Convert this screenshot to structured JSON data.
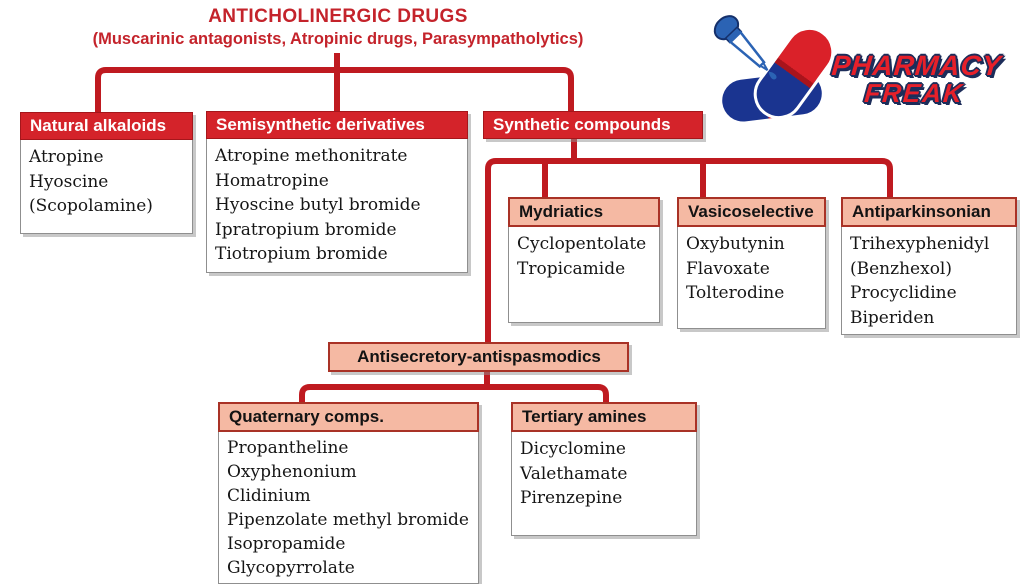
{
  "title": "ANTICHOLINERGIC DRUGS",
  "subtitle": "(Muscarinic antagonists, Atropinic drugs, Parasympatholytics)",
  "colors": {
    "header_red": "#d4232a",
    "connector_red": "#bf1a20",
    "salmon_header": "#f5b9a3",
    "salmon_border": "#a93226",
    "title_red": "#c4232b",
    "logo_blue": "#1a3490",
    "logo_red": "#e6202a"
  },
  "logo": {
    "line1": "PHARMACY",
    "line2": "FREAK"
  },
  "groups": {
    "natural": {
      "label": "Natural alkaloids",
      "items": [
        "Atropine",
        "Hyoscine",
        "(Scopolamine)"
      ]
    },
    "semisynthetic": {
      "label": "Semisynthetic derivatives",
      "items": [
        "Atropine methonitrate",
        "Homatropine",
        "Hyoscine butyl bromide",
        "Ipratropium bromide",
        "Tiotropium bromide"
      ]
    },
    "synthetic": {
      "label": "Synthetic compounds"
    },
    "mydriatics": {
      "label": "Mydriatics",
      "items": [
        "Cyclopentolate",
        "Tropicamide"
      ]
    },
    "vasicoselective": {
      "label": "Vasicoselective",
      "items": [
        "Oxybutynin",
        "Flavoxate",
        "Tolterodine"
      ]
    },
    "antiparkinsonian": {
      "label": "Antiparkinsonian",
      "items": [
        "Trihexyphenidyl",
        "(Benzhexol)",
        "Procyclidine",
        "Biperiden"
      ]
    },
    "antisecretory": {
      "label": "Antisecretory-antispasmodics"
    },
    "quaternary": {
      "label": "Quaternary comps.",
      "items": [
        "Propantheline",
        "Oxyphenonium",
        "Clidinium",
        "Pipenzolate methyl bromide",
        "Isopropamide",
        "Glycopyrrolate"
      ]
    },
    "tertiary": {
      "label": "Tertiary amines",
      "items": [
        "Dicyclomine",
        "Valethamate",
        "Pirenzepine"
      ]
    }
  }
}
